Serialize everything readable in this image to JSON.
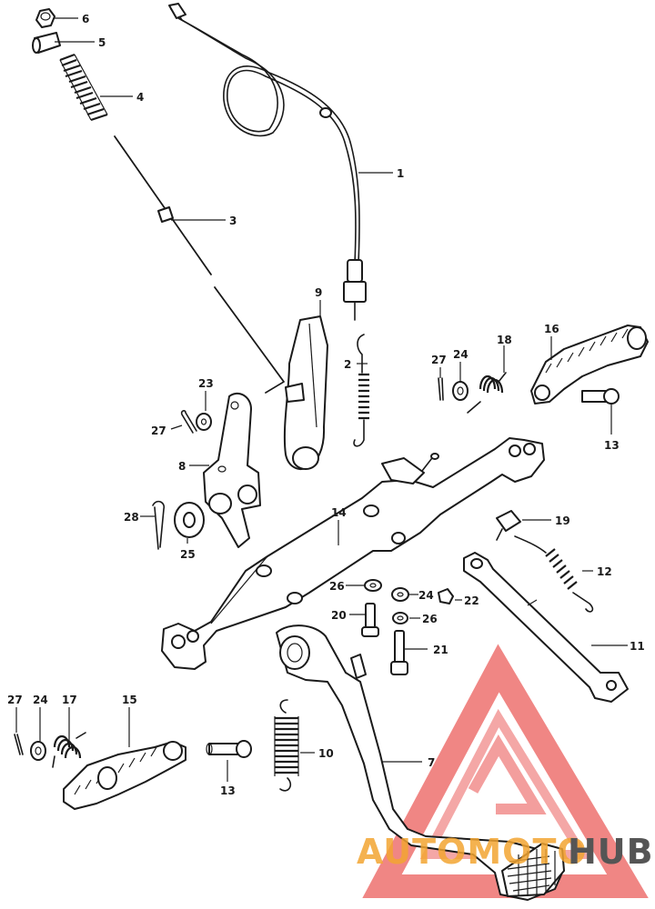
{
  "watermark": {
    "text_auto": "AUTOMOTO",
    "text_hub": "HUB",
    "color_red": "#e8413f",
    "color_orange": "#f2a531",
    "color_gray": "#555555"
  },
  "labels": [
    {
      "id": "l1",
      "text": "1"
    },
    {
      "id": "l2",
      "text": "2"
    },
    {
      "id": "l3",
      "text": "3"
    },
    {
      "id": "l4",
      "text": "4"
    },
    {
      "id": "l5",
      "text": "5"
    },
    {
      "id": "l6",
      "text": "6"
    },
    {
      "id": "l7",
      "text": "7"
    },
    {
      "id": "l8",
      "text": "8"
    },
    {
      "id": "l9",
      "text": "9"
    },
    {
      "id": "l10",
      "text": "10"
    },
    {
      "id": "l11",
      "text": "11"
    },
    {
      "id": "l12",
      "text": "12"
    },
    {
      "id": "l13a",
      "text": "13"
    },
    {
      "id": "l13b",
      "text": "13"
    },
    {
      "id": "l14",
      "text": "14"
    },
    {
      "id": "l15",
      "text": "15"
    },
    {
      "id": "l16",
      "text": "16"
    },
    {
      "id": "l17",
      "text": "17"
    },
    {
      "id": "l18",
      "text": "18"
    },
    {
      "id": "l19",
      "text": "19"
    },
    {
      "id": "l20",
      "text": "20"
    },
    {
      "id": "l21",
      "text": "21"
    },
    {
      "id": "l22",
      "text": "22"
    },
    {
      "id": "l23",
      "text": "23"
    },
    {
      "id": "l24a",
      "text": "24"
    },
    {
      "id": "l24b",
      "text": "24"
    },
    {
      "id": "l24c",
      "text": "24"
    },
    {
      "id": "l25",
      "text": "25"
    },
    {
      "id": "l26a",
      "text": "26"
    },
    {
      "id": "l26b",
      "text": "26"
    },
    {
      "id": "l27a",
      "text": "27"
    },
    {
      "id": "l27b",
      "text": "27"
    },
    {
      "id": "l27c",
      "text": "27"
    },
    {
      "id": "l28",
      "text": "28"
    }
  ]
}
